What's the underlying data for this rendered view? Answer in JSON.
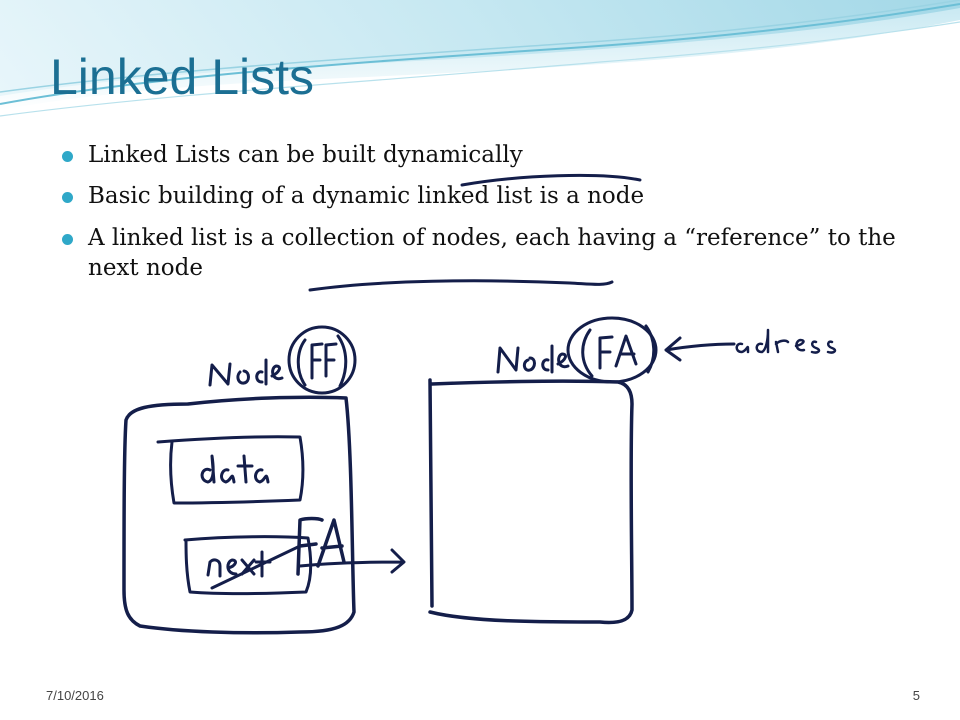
{
  "slide": {
    "title": "Linked Lists",
    "bullets": [
      "Linked Lists can be built dynamically",
      "Basic building of a dynamic linked list is a node",
      "A linked list is a collection of nodes, each having a “reference” to the next node"
    ],
    "footer": {
      "date": "7/10/2016",
      "page_number": "5"
    }
  },
  "colors": {
    "title": "#1b6f93",
    "bullet_dot": "#2fa8c8",
    "ink": "#141e4a",
    "header_wave": "#7cc9dd"
  },
  "annotations": {
    "note": "Handwritten diagram: 'Node (FF)' box containing 'data' and 'next' (crossed out, replaced with 'FA') with an arrow to 'Node (FA)'; 'address' label pointing to (FA). Handwriting is reproduced as picture strokes."
  }
}
